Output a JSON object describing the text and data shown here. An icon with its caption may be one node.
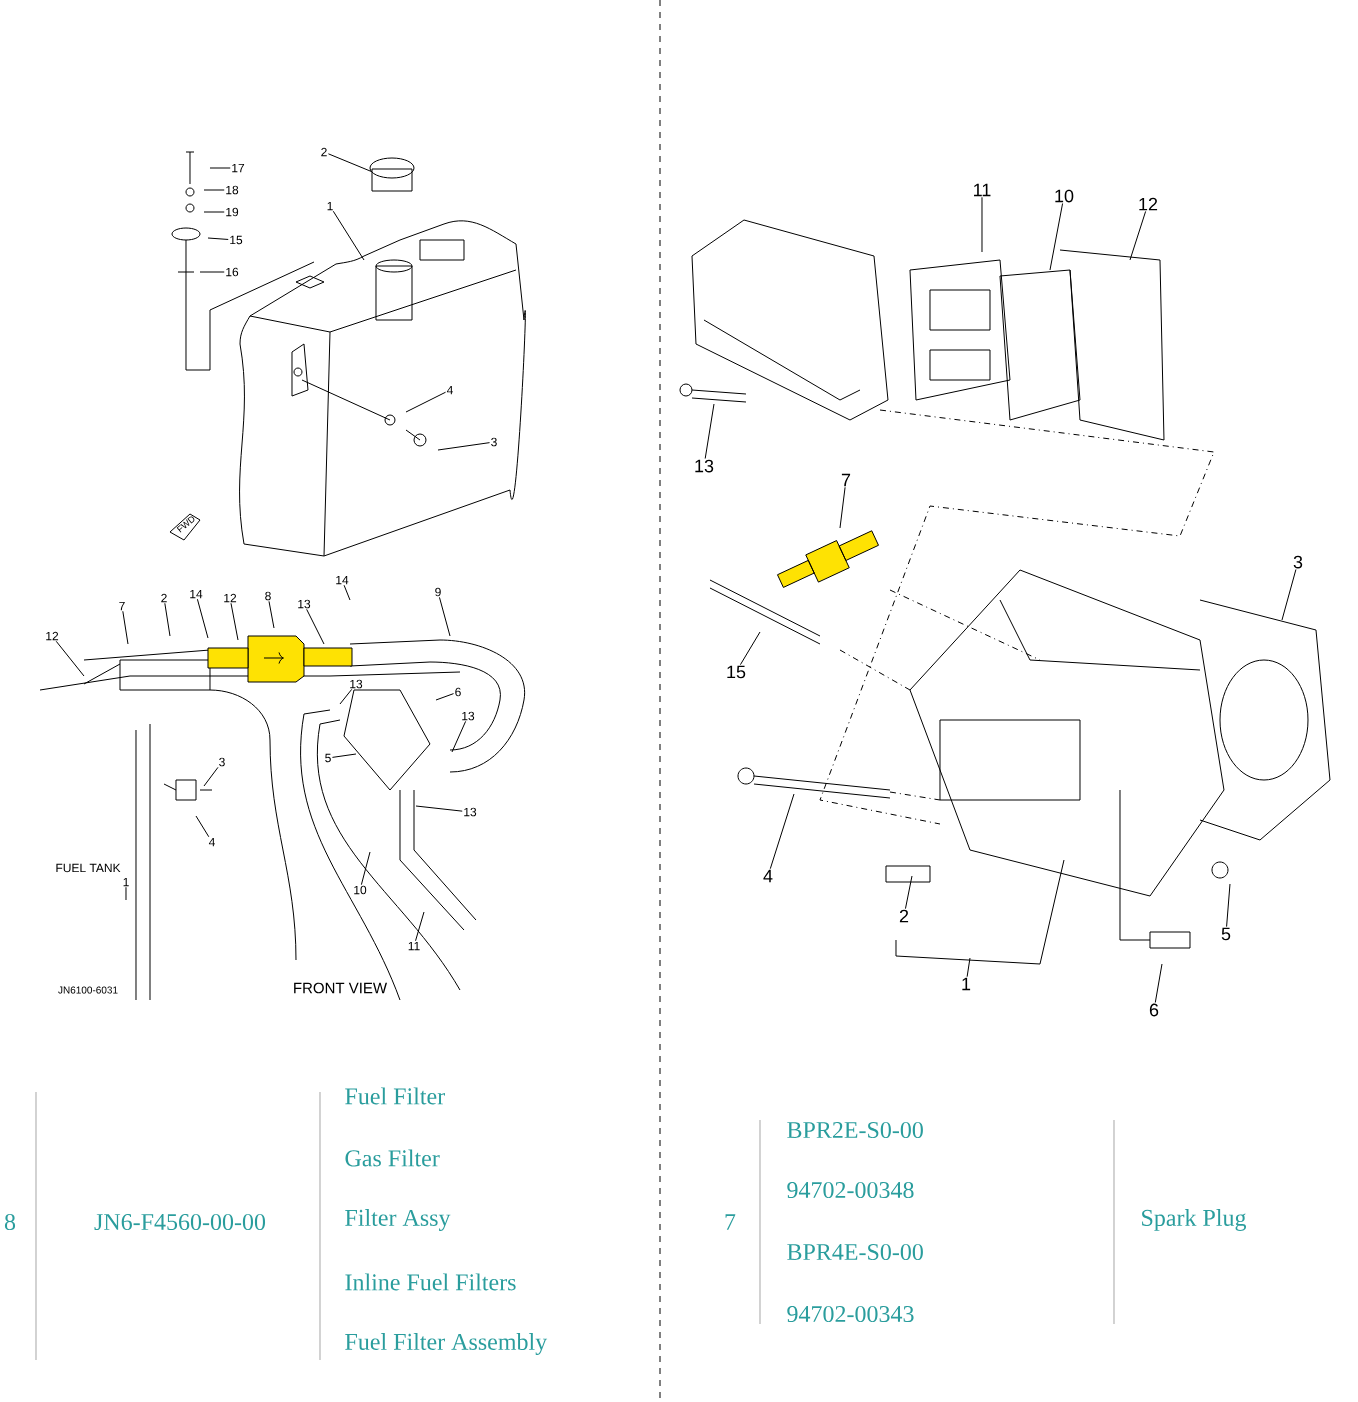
{
  "diagram": {
    "nodes": [
      {
        "text": [
          "17"
        ]
      },
      {
        "text": [
          "18"
        ]
      },
      {
        "text": [
          "19"
        ]
      },
      {
        "text": [
          "15"
        ]
      },
      {
        "text": [
          "16"
        ]
      },
      {
        "text": [
          "2"
        ]
      },
      {
        "text": [
          "1"
        ]
      },
      {
        "text": [
          "4"
        ]
      },
      {
        "text": [
          "3"
        ]
      },
      {
        "text": [
          "12"
        ]
      },
      {
        "text": [
          "7"
        ]
      },
      {
        "text": [
          "2"
        ]
      },
      {
        "text": [
          "14"
        ]
      },
      {
        "text": [
          "12"
        ]
      },
      {
        "text": [
          "8"
        ]
      },
      {
        "text": [
          "13"
        ]
      },
      {
        "text": [
          "14"
        ]
      },
      {
        "text": [
          "9"
        ]
      },
      {
        "text": [
          "13"
        ]
      },
      {
        "text": [
          "6"
        ]
      },
      {
        "text": [
          "13"
        ]
      },
      {
        "text": [
          "5"
        ]
      },
      {
        "text": [
          "3"
        ]
      },
      {
        "text": [
          "4"
        ]
      },
      {
        "text": [
          "13"
        ]
      },
      {
        "text": [
          "10"
        ]
      },
      {
        "text": [
          "11"
        ]
      },
      {
        "text": [
          "1"
        ]
      },
      {
        "text": [
          "11"
        ]
      },
      {
        "text": [
          "10"
        ]
      },
      {
        "text": [
          "12"
        ]
      },
      {
        "text": [
          "13"
        ]
      },
      {
        "text": [
          "7"
        ]
      },
      {
        "text": [
          "15"
        ]
      },
      {
        "text": [
          "3"
        ]
      },
      {
        "text": [
          "4"
        ]
      },
      {
        "text": [
          "2"
        ]
      },
      {
        "text": [
          "1"
        ]
      },
      {
        "text": [
          "5"
        ]
      },
      {
        "text": [
          "6"
        ]
      },
      {
        "text": [],
        "shape": "cylinder"
      }
    ],
    "edges": [
      {
        "from": 0,
        "to": null,
        "arrow": "none"
      },
      {
        "from": 1,
        "to": null,
        "arrow": "none"
      },
      {
        "from": 2,
        "to": null,
        "arrow": "none"
      },
      {
        "from": 3,
        "to": null,
        "arrow": "none"
      },
      {
        "from": 4,
        "to": null,
        "arrow": "none"
      },
      {
        "from": 5,
        "to": 40,
        "arrow": "none"
      },
      {
        "from": 6,
        "to": null,
        "arrow": "none"
      },
      {
        "from": 7,
        "to": null,
        "arrow": "none"
      },
      {
        "from": 8,
        "to": null,
        "arrow": "none"
      },
      {
        "from": 9,
        "to": null,
        "arrow": "none"
      },
      {
        "from": 10,
        "to": null,
        "arrow": "none"
      },
      {
        "from": 11,
        "to": null,
        "arrow": "none"
      },
      {
        "from": 12,
        "to": null,
        "arrow": "none"
      },
      {
        "from": 13,
        "to": null,
        "arrow": "none"
      },
      {
        "from": 14,
        "to": null,
        "arrow": "none"
      },
      {
        "from": 15,
        "to": null,
        "arrow": "none"
      },
      {
        "from": 16,
        "to": null,
        "arrow": "none"
      },
      {
        "from": 17,
        "to": null,
        "arrow": "none"
      },
      {
        "from": 18,
        "to": null,
        "arrow": "none"
      },
      {
        "from": 19,
        "to": null,
        "arrow": "none"
      },
      {
        "from": 20,
        "to": null,
        "arrow": "none"
      },
      {
        "from": 21,
        "to": null,
        "arrow": "none"
      },
      {
        "from": 22,
        "to": null,
        "arrow": "none"
      },
      {
        "from": 23,
        "to": null,
        "arrow": "none"
      },
      {
        "from": 24,
        "to": null,
        "arrow": "none"
      },
      {
        "from": 25,
        "to": null,
        "arrow": "none"
      },
      {
        "from": 26,
        "to": null,
        "arrow": "none"
      },
      {
        "from": 27,
        "to": null,
        "arrow": "none"
      },
      {
        "from": 28,
        "to": null,
        "arrow": "none"
      },
      {
        "from": 29,
        "to": null,
        "arrow": "none"
      },
      {
        "from": 30,
        "to": null,
        "arrow": "none"
      },
      {
        "from": 31,
        "to": null,
        "arrow": "none"
      },
      {
        "from": 32,
        "to": null,
        "arrow": "none"
      },
      {
        "from": 33,
        "to": null,
        "arrow": "none"
      },
      {
        "from": 34,
        "to": null,
        "arrow": "none"
      },
      {
        "from": 35,
        "to": null,
        "arrow": "none"
      },
      {
        "from": 36,
        "to": null,
        "arrow": "none"
      },
      {
        "from": 37,
        "to": null,
        "arrow": "none"
      },
      {
        "from": 38,
        "to": null,
        "arrow": "none"
      },
      {
        "from": 39,
        "to": null,
        "arrow": "none"
      }
    ],
    "labels": [
      "FWD",
      "FUEL TANK",
      "JN6100-6031",
      "FRONT VIEW",
      "8",
      "JN6-F4560-00-00",
      "Fuel Filter",
      "Gas Filter",
      "Filter Assy",
      "Inline Fuel Filters",
      "Fuel Filter Assembly",
      "7",
      "BPR2E-S0-00",
      "94702-00348",
      "BPR4E-S0-00",
      "94702-00343",
      "Spark Plug"
    ]
  }
}
